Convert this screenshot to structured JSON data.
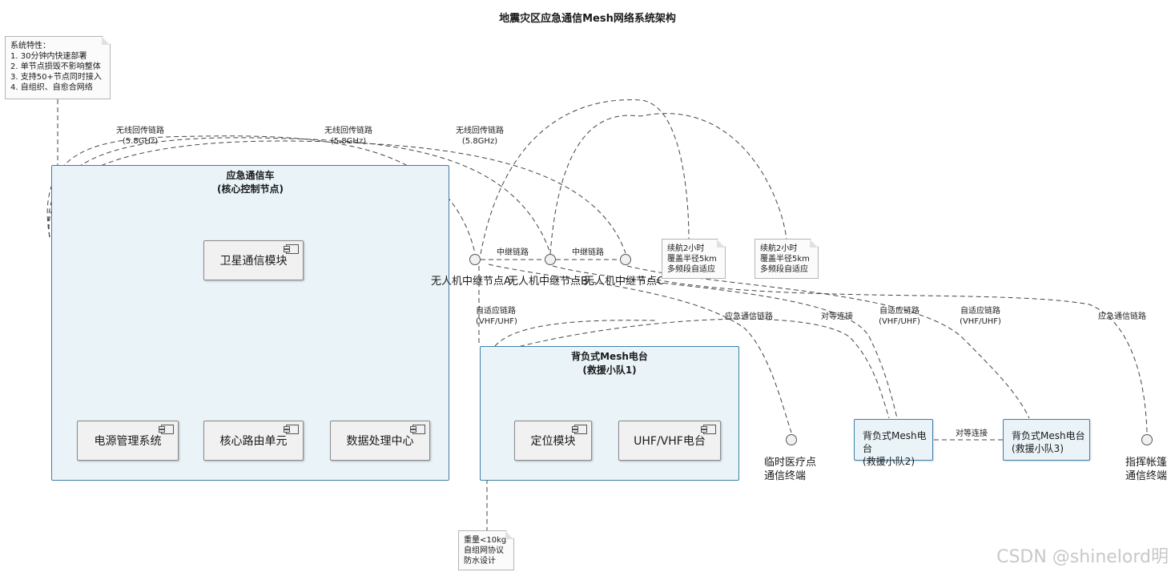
{
  "title": "地震灾区应急通信Mesh网络系统架构",
  "features_note": {
    "heading": "系统特性：",
    "items": [
      "1. 30分钟内快速部署",
      "2. 单节点损毁不影响整体",
      "3. 支持50+节点同时接入",
      "4. 自组织、自愈合网络"
    ]
  },
  "vehicle": {
    "title_line1": "应急通信车",
    "title_line2": "(核心控制节点)",
    "satellite": "卫星通信模块",
    "power": "电源管理系统",
    "router": "核心路由单元",
    "data_center": "数据处理中心"
  },
  "team1": {
    "title_line1": "背负式Mesh电台",
    "title_line2": "(救援小队1)",
    "positioning": "定位模块",
    "uhf_vhf": "UHF/VHF电台"
  },
  "team2": {
    "line1": "背负式Mesh电台",
    "line2": "(救援小队2)"
  },
  "team3": {
    "line1": "背负式Mesh电台",
    "line2": "(救援小队3)"
  },
  "uavs": {
    "a": "无人机中继节点A",
    "b": "无人机中继节点B",
    "c": "无人机中继节点C"
  },
  "uav_note_1": [
    "续航2小时",
    "覆盖半径5km",
    "多频段自适应"
  ],
  "uav_note_2": [
    "续航2小时",
    "覆盖半径5km",
    "多频段自适应"
  ],
  "team_note": [
    "重量<10kg",
    "自组网协议",
    "防水设计"
  ],
  "medical": {
    "line1": "临时医疗点",
    "line2": "通信终端"
  },
  "command": {
    "line1": "指挥帐篷",
    "line2": "通信终端"
  },
  "edges": {
    "backhaul": [
      "无线回传链路",
      "(5.8GHz)"
    ],
    "relay": "中继链路",
    "adaptive": [
      "自适应链路",
      "(VHF/UHF)"
    ],
    "emergency": "应急通信链路",
    "peer": "对等连接"
  },
  "watermark": "CSDN @shinelord明"
}
